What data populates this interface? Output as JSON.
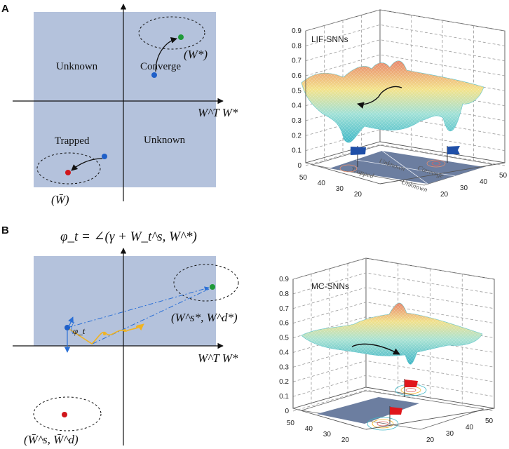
{
  "panelA": {
    "label": "A",
    "quadrants": {
      "top_left": "Unknown",
      "top_right": "Converge",
      "bottom_left": "Trapped",
      "bottom_right": "Unknown"
    },
    "axis_label": "W^T W*",
    "converge_point": "(W*)",
    "trapped_point": "(W̄)",
    "surface_title": "LIF-SNNs",
    "floor_labels": [
      "Unknown",
      "Converge",
      "Trapped",
      "Unknown"
    ]
  },
  "panelB": {
    "label": "B",
    "formula": "φ_t = ∠(γ + W_t^s, W^*)",
    "axis_label": "W^T W*",
    "phi_label": "φ_t",
    "converge_point": "(W^s*, W^d*)",
    "trapped_point": "(W̄^s, W̄^d)",
    "surface_title": "MC-SNNs"
  },
  "plot_axes": {
    "z_ticks": [
      "0",
      "0.1",
      "0.2",
      "0.3",
      "0.4",
      "0.5",
      "0.6",
      "0.7",
      "0.8",
      "0.9"
    ],
    "left_ticks": [
      "50",
      "40",
      "30",
      "20"
    ],
    "right_ticks": [
      "20",
      "30",
      "40",
      "50"
    ]
  },
  "colors": {
    "region_fill": "#b4c2dc",
    "converge_dot": "#1f9a3a",
    "start_dot": "#1f5fc8",
    "trapped_dot": "#d0161b",
    "flag_a": "#1f4fa8",
    "flag_b": "#e0161b",
    "path": "#f0b323"
  }
}
